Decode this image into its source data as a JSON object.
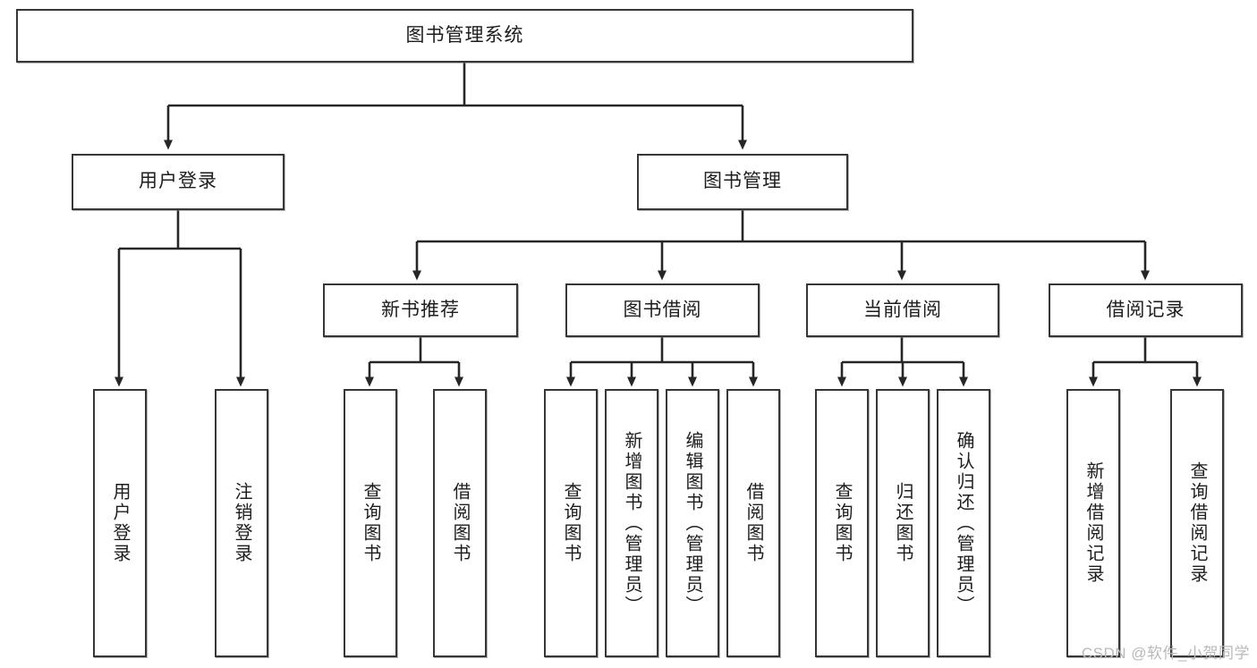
{
  "diagram": {
    "title": "图书管理系统",
    "type": "tree-hierarchy-diagram",
    "colors": {
      "box_border": "#363636",
      "box_fill": "#ffffff",
      "edge": "#262626",
      "text": "#1d1d1d",
      "watermark": "#b9b9b9",
      "background": "#ffffff"
    },
    "root": {
      "label": "图书管理系统"
    },
    "level1": [
      {
        "label": "用户登录"
      },
      {
        "label": "图书管理"
      }
    ],
    "level2": [
      {
        "label": "新书推荐"
      },
      {
        "label": "图书借阅"
      },
      {
        "label": "当前借阅"
      },
      {
        "label": "借阅记录"
      }
    ],
    "leaves_user_login": [
      {
        "label": "用户登录"
      },
      {
        "label": "注销登录"
      }
    ],
    "leaves_new_books": [
      {
        "label": "查询图书"
      },
      {
        "label": "借阅图书"
      }
    ],
    "leaves_book_borrow": [
      {
        "label": "查询图书"
      },
      {
        "label": "新增图书（管理员）"
      },
      {
        "label": "编辑图书（管理员）"
      },
      {
        "label": "借阅图书"
      }
    ],
    "leaves_current_borrow": [
      {
        "label": "查询图书"
      },
      {
        "label": "归还图书"
      },
      {
        "label": "确认归还（管理员）"
      }
    ],
    "leaves_borrow_record": [
      {
        "label": "新增借阅记录"
      },
      {
        "label": "查询借阅记录"
      }
    ]
  },
  "watermark": {
    "text": "CSDN @软件_小贺同学"
  }
}
